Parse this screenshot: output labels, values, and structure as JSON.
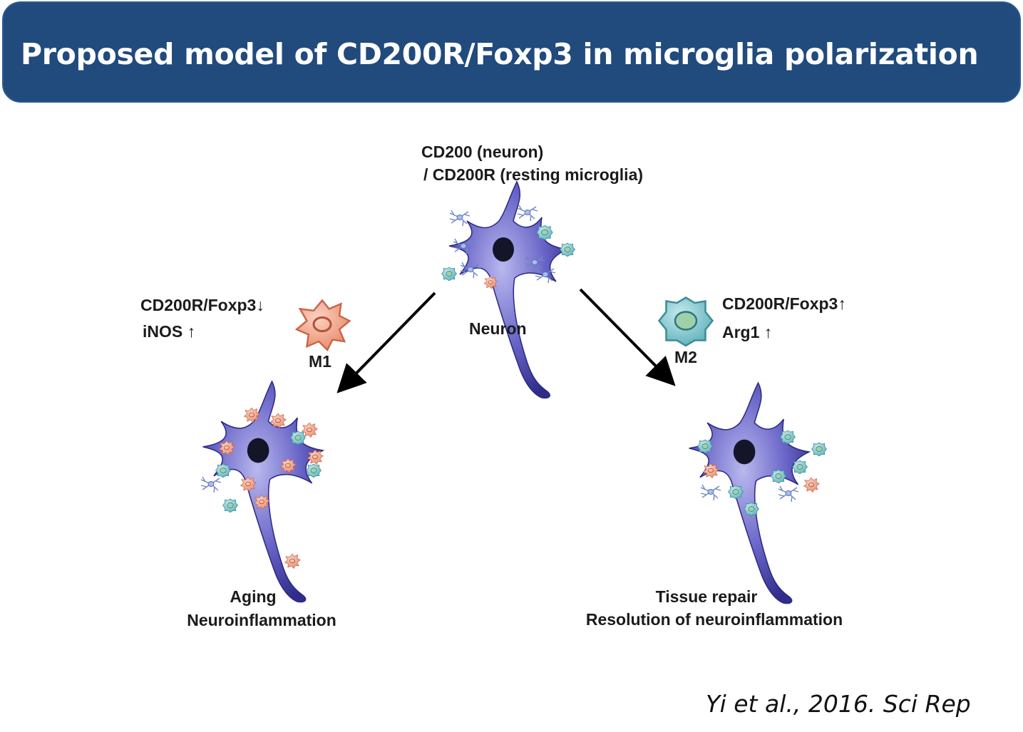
{
  "title": "Proposed model of CD200R/Foxp3 in microglia polarization",
  "top_label": {
    "line1": "CD200 (neuron)",
    "line2": "/ CD200R  (resting microglia)"
  },
  "center_neuron_label": "Neuron",
  "m1": {
    "markers_line1": "CD200R/Foxp3↓",
    "markers_line2": "iNOS ↑",
    "cell_label": "M1",
    "outcome_line1": "Aging",
    "outcome_line2": "Neuroinflammation"
  },
  "m2": {
    "markers_line1": "CD200R/Foxp3↑",
    "markers_line2": "Arg1 ↑",
    "cell_label": "M2",
    "outcome_line1": "Tissue repair",
    "outcome_line2": "Resolution of neuroinflammation"
  },
  "citation": "Yi et al., 2016. Sci Rep",
  "colors": {
    "title_bar": "#214a7d",
    "neuron": "#4a47b0",
    "m1_cell": "#f2a68c",
    "m2_cell": "#7fc2c9",
    "resting": "#8fa3d8"
  }
}
